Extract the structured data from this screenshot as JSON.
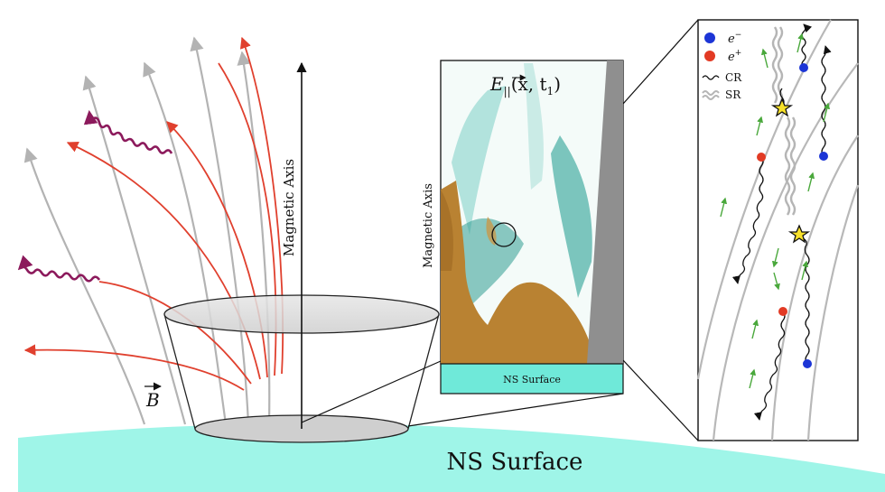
{
  "ns_surface_label": "NS Surface",
  "magnetic_axis_label": "Magnetic Axis",
  "b_field_label": "B",
  "inset": {
    "title": "E",
    "title_sub": "||",
    "title_args": "(x, t",
    "title_args_sub": "1",
    "title_close": ")",
    "axis_label": "Magnetic Axis",
    "surface_label": "NS Surface"
  },
  "legend": {
    "electron": "e",
    "electron_sup": "−",
    "positron": "e",
    "positron_sup": "+",
    "cr": "CR",
    "sr": "SR"
  },
  "colors": {
    "ns_surface": "#9ff5e8",
    "field_line": "#b3b3b3",
    "particle_track": "#e0402e",
    "photon": "#8c1a5c",
    "electron": "#1c35d6",
    "positron": "#e23a24",
    "green_arrow": "#4aa83c",
    "panel_bg": "#ffffff"
  }
}
